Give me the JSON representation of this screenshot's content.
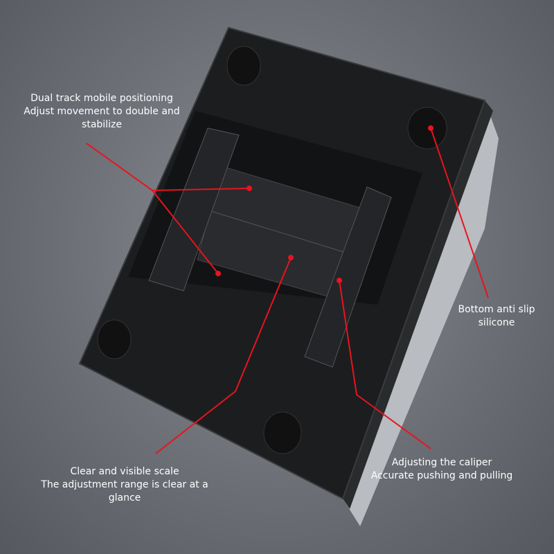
{
  "annotations": {
    "dual_track": {
      "line1": "Dual track mobile positioning",
      "line2": "Adjust movement to double and",
      "line3": "stabilize"
    },
    "anti_slip": {
      "line1": "Bottom anti slip",
      "line2": "silicone"
    },
    "scale": {
      "line1": "Clear and visible scale",
      "line2": "The adjustment range is clear at a",
      "line3": "glance"
    },
    "caliper": {
      "line1": "Adjusting the caliper",
      "line2": "Accurate pushing and pulling"
    }
  },
  "colors": {
    "annotation_line": "#e8141e",
    "device": "#1c1d1f"
  }
}
